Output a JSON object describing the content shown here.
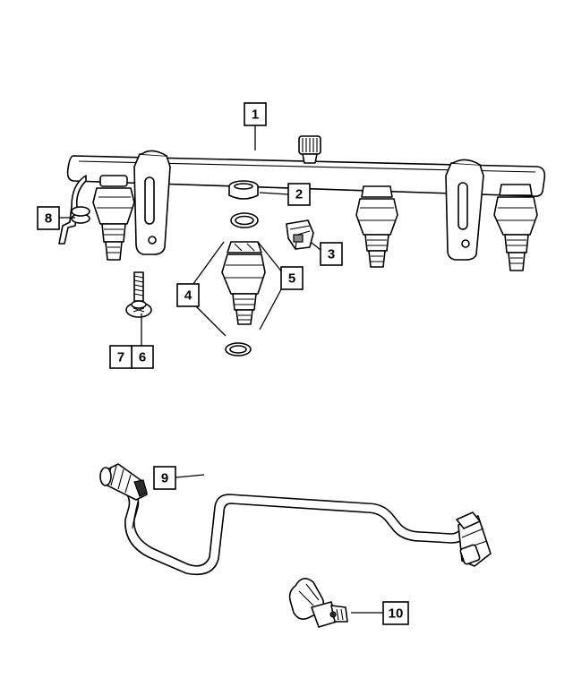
{
  "callouts": [
    {
      "id": "c1",
      "label": "1"
    },
    {
      "id": "c2",
      "label": "2"
    },
    {
      "id": "c3",
      "label": "3"
    },
    {
      "id": "c4",
      "label": "4"
    },
    {
      "id": "c5",
      "label": "5"
    },
    {
      "id": "c6",
      "label": "6"
    },
    {
      "id": "c7",
      "label": "7"
    },
    {
      "id": "c8",
      "label": "8"
    },
    {
      "id": "c9",
      "label": "9"
    },
    {
      "id": "c10",
      "label": "10"
    }
  ],
  "colors": {
    "line": "#000000",
    "background": "#ffffff",
    "shade_dark": "#2b2b2b",
    "shade_mid": "#8a8a8a"
  }
}
